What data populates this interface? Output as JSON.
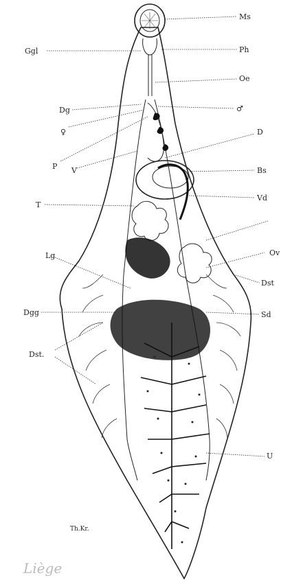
{
  "figure": {
    "labels": {
      "ms": "Ms",
      "ggl": "Ggl",
      "ph": "Ph",
      "oe": "Oe",
      "dg": "Dg",
      "male": "♂",
      "female": "♀",
      "d": "D",
      "p": "P",
      "v": "V",
      "bs": "Bs",
      "vd": "Vd",
      "t": "T",
      "ov": "Ov",
      "lg": "Lg",
      "dst_right": "Dst",
      "dgg": "Dgg",
      "sd": "Sd",
      "dst_left": "Dst.",
      "u": "U"
    },
    "signature": "Th.Kr.",
    "handwriting": "Liège"
  }
}
